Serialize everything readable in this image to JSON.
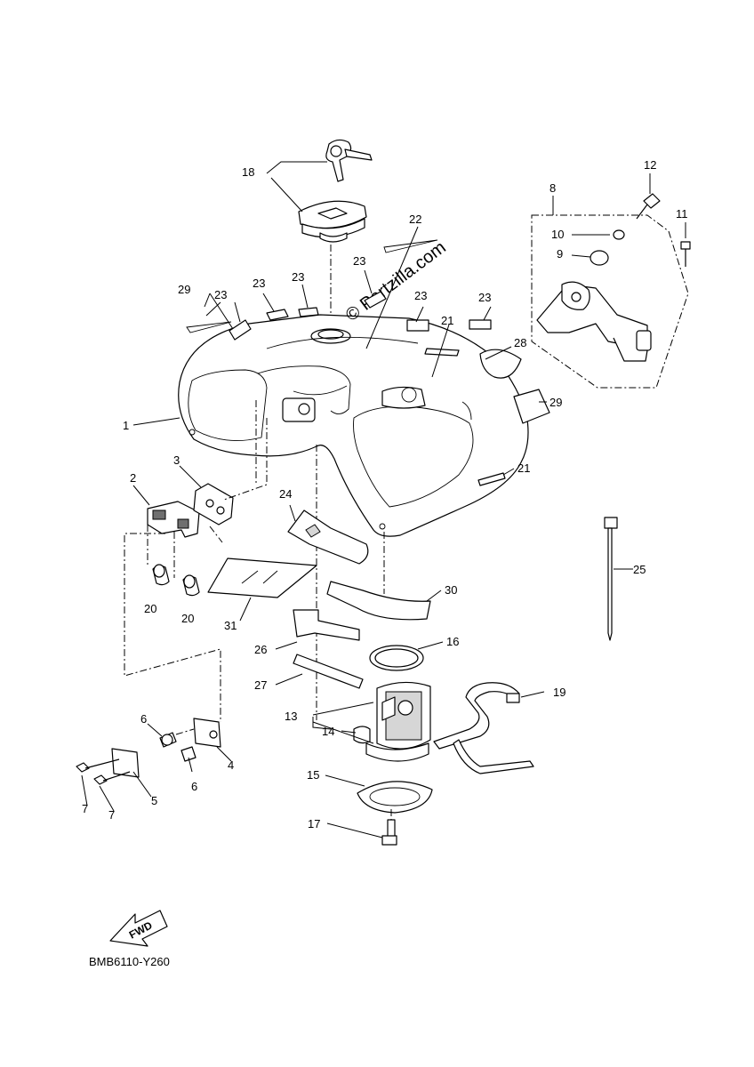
{
  "watermark": "© Partzilla.com",
  "diagram_code": "BMB6110-Y260",
  "fwd_label": "FWD",
  "callouts": [
    {
      "id": "c1",
      "label": "1"
    },
    {
      "id": "c2",
      "label": "2"
    },
    {
      "id": "c3",
      "label": "3"
    },
    {
      "id": "c4",
      "label": "4"
    },
    {
      "id": "c5",
      "label": "5"
    },
    {
      "id": "c6a",
      "label": "6"
    },
    {
      "id": "c6b",
      "label": "6"
    },
    {
      "id": "c7a",
      "label": "7"
    },
    {
      "id": "c7b",
      "label": "7"
    },
    {
      "id": "c8",
      "label": "8"
    },
    {
      "id": "c9",
      "label": "9"
    },
    {
      "id": "c10",
      "label": "10"
    },
    {
      "id": "c11",
      "label": "11"
    },
    {
      "id": "c12",
      "label": "12"
    },
    {
      "id": "c13",
      "label": "13"
    },
    {
      "id": "c14",
      "label": "14"
    },
    {
      "id": "c15",
      "label": "15"
    },
    {
      "id": "c16",
      "label": "16"
    },
    {
      "id": "c17",
      "label": "17"
    },
    {
      "id": "c18",
      "label": "18"
    },
    {
      "id": "c19",
      "label": "19"
    },
    {
      "id": "c20a",
      "label": "20"
    },
    {
      "id": "c20b",
      "label": "20"
    },
    {
      "id": "c21a",
      "label": "21"
    },
    {
      "id": "c21b",
      "label": "21"
    },
    {
      "id": "c22",
      "label": "22"
    },
    {
      "id": "c23a",
      "label": "23"
    },
    {
      "id": "c23b",
      "label": "23"
    },
    {
      "id": "c23c",
      "label": "23"
    },
    {
      "id": "c23d",
      "label": "23"
    },
    {
      "id": "c23e",
      "label": "23"
    },
    {
      "id": "c23f",
      "label": "23"
    },
    {
      "id": "c24",
      "label": "24"
    },
    {
      "id": "c25",
      "label": "25"
    },
    {
      "id": "c26",
      "label": "26"
    },
    {
      "id": "c27",
      "label": "27"
    },
    {
      "id": "c28",
      "label": "28"
    },
    {
      "id": "c29a",
      "label": "29"
    },
    {
      "id": "c29b",
      "label": "29"
    },
    {
      "id": "c30",
      "label": "30"
    },
    {
      "id": "c31",
      "label": "31"
    }
  ]
}
